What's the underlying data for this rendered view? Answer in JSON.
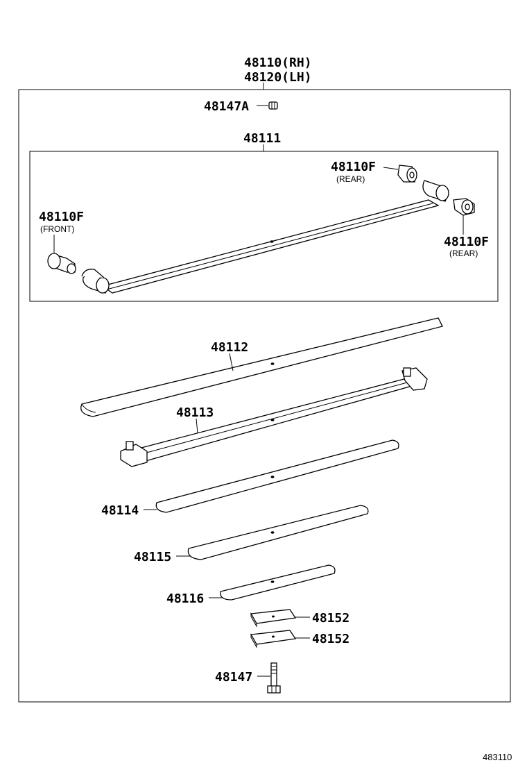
{
  "labels": {
    "assembly_rh": "48110(RH)",
    "assembly_lh": "48120(LH)",
    "bolt_a": "48147A",
    "main_leaf_sub": "48111",
    "bushing_rear_top": "48110F",
    "bushing_rear_top_note": "(REAR)",
    "bushing_front": "48110F",
    "bushing_front_note": "(FRONT)",
    "bushing_rear_right": "48110F",
    "bushing_rear_right_note": "(REAR)",
    "leaf_2": "48112",
    "leaf_3": "48113",
    "leaf_4": "48114",
    "leaf_5": "48115",
    "leaf_6": "48116",
    "spacer_1": "48152",
    "spacer_2": "48152",
    "center_bolt": "48147",
    "figure_number": "483110"
  }
}
